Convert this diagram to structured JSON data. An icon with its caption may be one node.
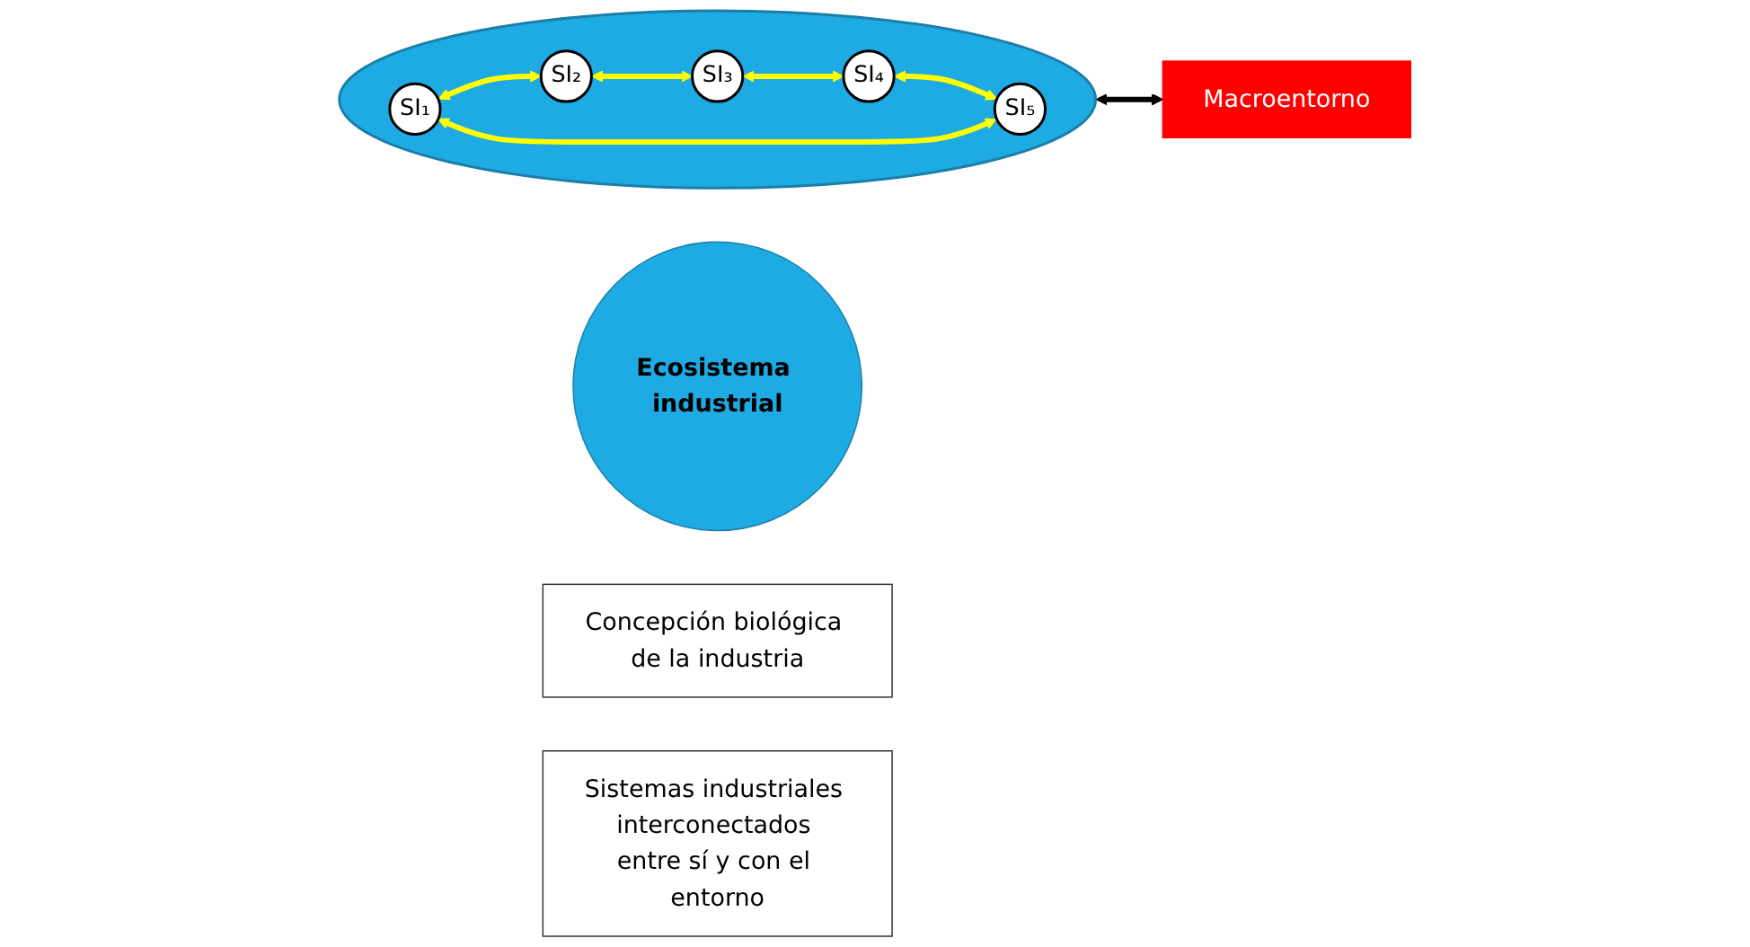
{
  "diagram": {
    "nodes": [
      {
        "text": [
          "Ecosistema industrial"
        ]
      },
      {
        "text": [
          "Concepción biológica de la industria"
        ]
      },
      {
        "text": [
          "Sistemas industriales interconectados entre sí y con el entorno"
        ]
      },
      {
        "text": [],
        "shape": "circle"
      },
      {
        "text": [
          "SI₁"
        ],
        "in": 3
      },
      {
        "text": [
          "SI₂"
        ],
        "in": 3
      },
      {
        "text": [
          "SI₃"
        ],
        "in": 3
      },
      {
        "text": [
          "SI₄"
        ],
        "in": 3
      },
      {
        "text": [
          "SI₅"
        ],
        "in": 3
      },
      {
        "text": [
          "Macroentorno"
        ]
      }
    ],
    "edges": [
      {
        "from": 4,
        "to": 5,
        "arrow": "both"
      },
      {
        "from": 5,
        "to": 6,
        "arrow": "both"
      },
      {
        "from": 6,
        "to": 7,
        "arrow": "both"
      },
      {
        "from": 7,
        "to": 8,
        "arrow": "both"
      },
      {
        "from": 8,
        "to": 4,
        "arrow": "both"
      },
      {
        "from": 3,
        "to": 9,
        "arrow": "both",
        "color": "#000000"
      }
    ]
  }
}
